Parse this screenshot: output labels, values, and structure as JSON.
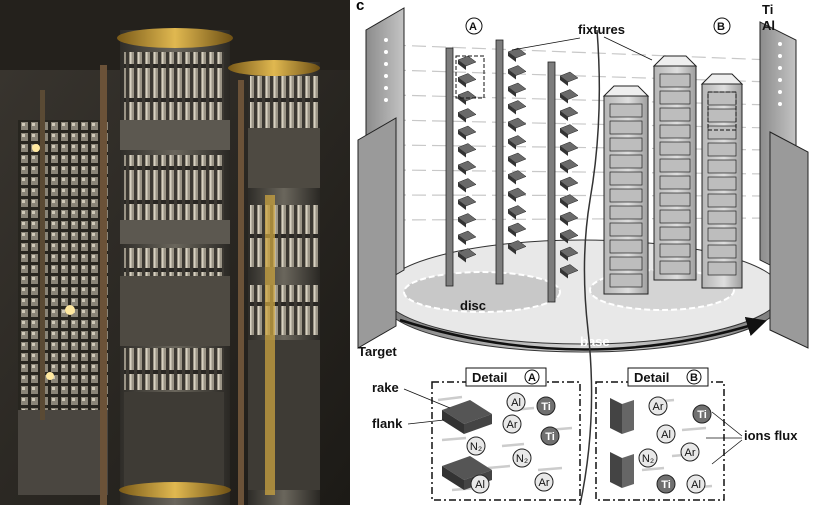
{
  "panel_letter": "c",
  "labels": {
    "fixtures": "fixtures",
    "ti": "Ti",
    "al": "Al",
    "marker_a": "A",
    "marker_b": "B",
    "disc": "disc",
    "base": "base",
    "target": "Target",
    "detail_a": "Detail",
    "detail_b": "Detail",
    "rake": "rake",
    "flank": "flank",
    "ions_flux": "ions flux"
  },
  "detail_a_species": [
    "Al",
    "Ti",
    "Ar",
    "Ti",
    "N₂",
    "N₂",
    "Al",
    "Ar"
  ],
  "detail_b_species": [
    "Ar",
    "Ti",
    "Al",
    "N₂",
    "Ar",
    "Ti",
    "Al"
  ],
  "colors": {
    "ti_chip": "#707070",
    "chip": "#e8e8e8",
    "target_panel": "#a9a9a9",
    "photo_bg": "#2a2620",
    "brass": "#b8922e"
  }
}
